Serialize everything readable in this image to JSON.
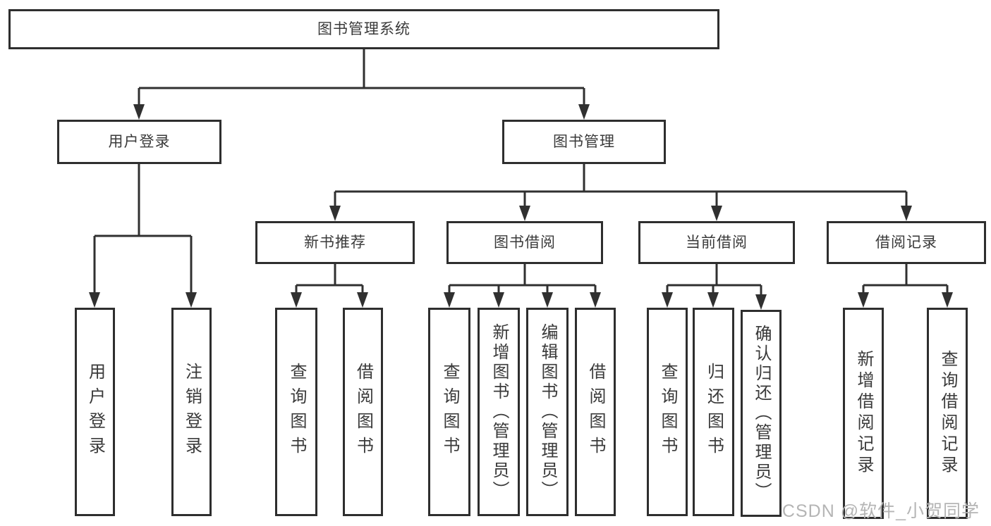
{
  "diagram": {
    "root": {
      "label": "图书管理系统"
    },
    "level1": [
      {
        "label": "用户登录"
      },
      {
        "label": "图书管理"
      }
    ],
    "level2": [
      {
        "label": "新书推荐"
      },
      {
        "label": "图书借阅"
      },
      {
        "label": "当前借阅"
      },
      {
        "label": "借阅记录"
      }
    ],
    "leaves": {
      "user_login": [
        "用户登录",
        "注销登录"
      ],
      "new_book_recommend": [
        "查询图书",
        "借阅图书"
      ],
      "book_borrowing": [
        "查询图书",
        "新增图书（管理员）",
        "编辑图书（管理员）",
        "借阅图书"
      ],
      "current_borrowing": [
        "查询图书",
        "归还图书",
        "确认归还（管理员）"
      ],
      "borrow_records": [
        "新增借阅记录",
        "查询借阅记录"
      ]
    },
    "colors": {
      "line": "#303030",
      "border": "#2e2e2e",
      "text": "#3a3a3a",
      "background": "#ffffff",
      "watermark": "#b5b5b5"
    },
    "watermark": "CSDN @软件_小贺同学"
  }
}
